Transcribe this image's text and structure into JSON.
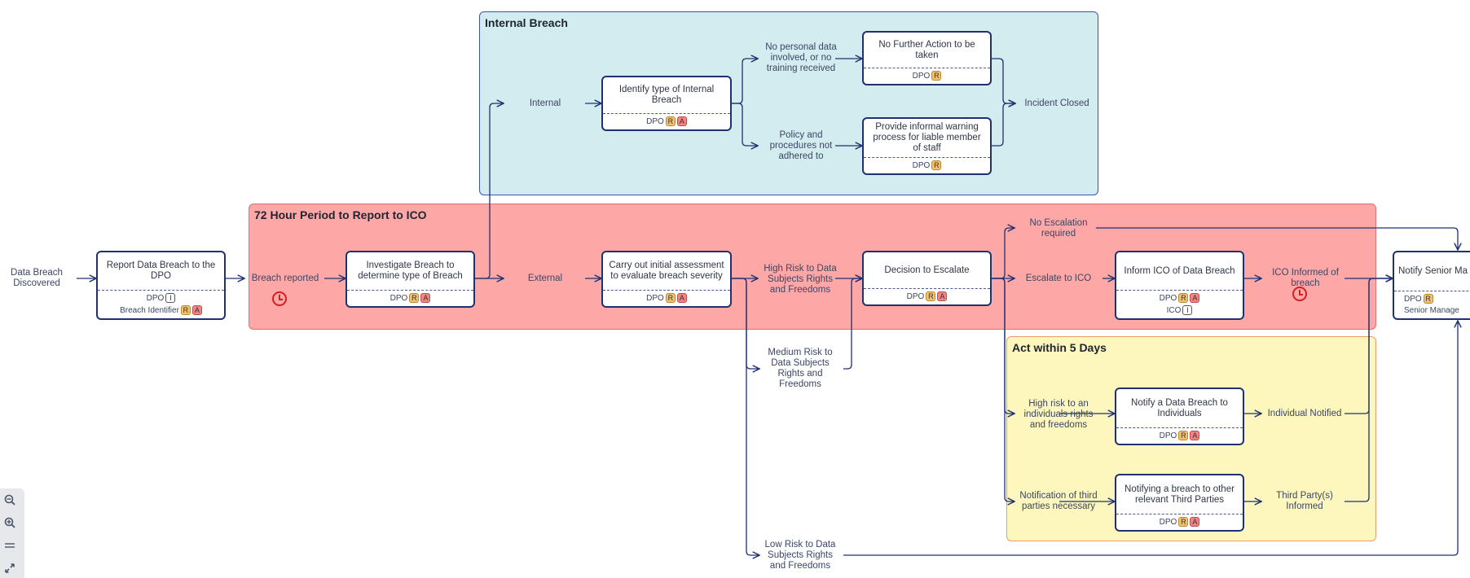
{
  "regions": {
    "internal": {
      "title": "Internal Breach"
    },
    "period_72h": {
      "title": "72 Hour Period to Report to ICO"
    },
    "act_5days": {
      "title": "Act within 5 Days"
    }
  },
  "labels": {
    "discovered": "Data Breach Discovered",
    "breach_reported": "Breach reported",
    "internal": "Internal",
    "external": "External",
    "no_personal_data": "No personal data involved, or no training received",
    "policy_not_adhered": "Policy and procedures not adhered to",
    "incident_closed": "Incident Closed",
    "high_risk": "High Risk to Data Subjects Rights and Freedoms",
    "medium_risk": "Medium Risk to Data Subjects Rights and Freedoms",
    "low_risk": "Low Risk to Data Subjects Rights and Freedoms",
    "no_escalation": "No Escalation required",
    "escalate_to_ico": "Escalate to ICO",
    "ico_informed": "ICO Informed of breach",
    "high_risk_individuals": "High risk to an individuals rights and freedoms",
    "notification_third_parties": "Notification of third parties necessary",
    "individual_notified": "Individual Notified",
    "third_party_informed": "Third Party(s) Informed"
  },
  "steps": {
    "report": {
      "title": "Report Data Breach to the DPO",
      "roles": [
        {
          "name": "DPO",
          "badges": [
            "I"
          ]
        },
        {
          "name": "Breach Identifier",
          "badges": [
            "R",
            "A"
          ]
        }
      ]
    },
    "investigate": {
      "title": "Investigate Breach to determine type of Breach",
      "roles": [
        {
          "name": "DPO",
          "badges": [
            "R",
            "A"
          ]
        }
      ]
    },
    "identify_internal": {
      "title": "Identify type of Internal Breach",
      "roles": [
        {
          "name": "DPO",
          "badges": [
            "R",
            "A"
          ]
        }
      ]
    },
    "no_further_action": {
      "title": "No Further Action to be taken",
      "roles": [
        {
          "name": "DPO",
          "badges": [
            "R"
          ]
        }
      ]
    },
    "informal_warning": {
      "title": "Provide informal warning process for liable member of staff",
      "roles": [
        {
          "name": "DPO",
          "badges": [
            "R"
          ]
        }
      ]
    },
    "assessment": {
      "title": "Carry out initial assessment to evaluate breach severity",
      "roles": [
        {
          "name": "DPO",
          "badges": [
            "R",
            "A"
          ]
        }
      ]
    },
    "decision": {
      "title": "Decision to Escalate",
      "roles": [
        {
          "name": "DPO",
          "badges": [
            "R",
            "A"
          ]
        }
      ]
    },
    "inform_ico": {
      "title": "Inform ICO of Data Breach",
      "roles": [
        {
          "name": "DPO",
          "badges": [
            "R",
            "A"
          ]
        },
        {
          "name": "ICO",
          "badges": [
            "I"
          ]
        }
      ]
    },
    "notify_individuals": {
      "title": "Notify a Data Breach to Individuals",
      "roles": [
        {
          "name": "DPO",
          "badges": [
            "R",
            "A"
          ]
        }
      ]
    },
    "notify_third_parties": {
      "title": "Notifying a breach to other relevant Third Parties",
      "roles": [
        {
          "name": "DPO",
          "badges": [
            "R",
            "A"
          ]
        }
      ]
    },
    "notify_senior": {
      "title": "Notify Senior Ma",
      "roles": [
        {
          "name": "DPO",
          "badges": [
            "R"
          ]
        },
        {
          "name": "Senior Manage",
          "badges": []
        }
      ]
    }
  },
  "zoom": {
    "icons": [
      "zoom-out-icon",
      "zoom-in-icon",
      "menu-icon",
      "fit-icon"
    ]
  },
  "colors": {
    "connector": "#1f3170",
    "timer": "#d21f1f"
  }
}
